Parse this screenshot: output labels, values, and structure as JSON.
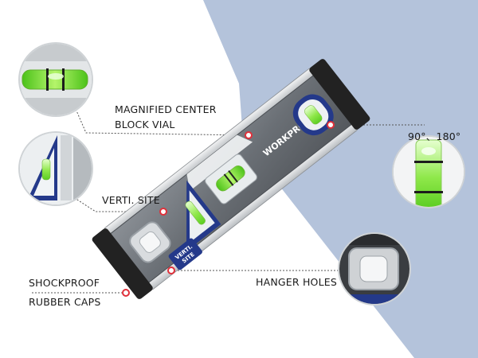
{
  "callouts": {
    "vial": {
      "line1": "MAGNIFIED CENTER",
      "line2": "BLOCK VIAL"
    },
    "verti": {
      "text": "VERTI. SITE"
    },
    "angles": {
      "text": "90°、180°"
    },
    "shockproof": {
      "line1": "SHOCKPROOF",
      "line2": "RUBBER CAPS"
    },
    "hanger": {
      "text": "HANGER HOLES"
    }
  },
  "product": {
    "brand": "WORKPRO",
    "badge_line1": "VERTI.",
    "badge_line2": "SITE"
  },
  "colors": {
    "background_blue": "#b4c3db",
    "level_body": "#6e7379",
    "accent_blue": "#24398a",
    "vial_green": "#7ee23a",
    "callout_dot": "#e0303a",
    "rubber_cap": "#222222"
  }
}
